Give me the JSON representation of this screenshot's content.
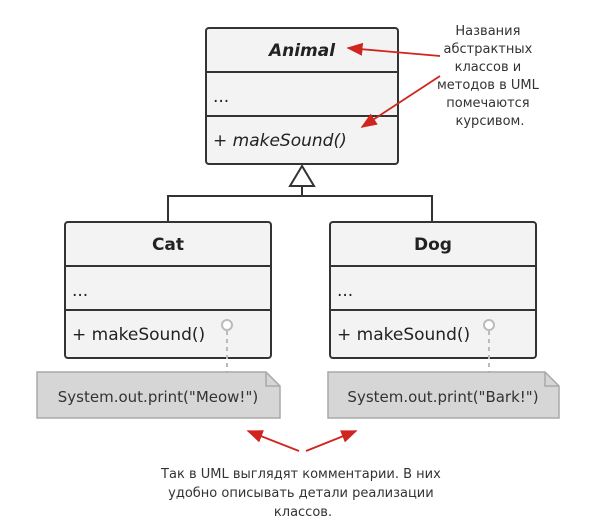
{
  "classes": {
    "animal": {
      "name": "Animal",
      "fields": "...",
      "method": "+ makeSound()"
    },
    "cat": {
      "name": "Cat",
      "fields": "...",
      "method": "+ makeSound()"
    },
    "dog": {
      "name": "Dog",
      "fields": "...",
      "method": "+ makeSound()"
    }
  },
  "notes": {
    "cat": "System.out.print(\"Meow!\")",
    "dog": "System.out.print(\"Bark!\")"
  },
  "annotations": {
    "italic_hint": [
      "Названия",
      "абстрактных",
      "классов и",
      "методов в UML",
      "помечаются",
      "курсивом."
    ],
    "comment_hint": [
      "Так в UML выглядят комментарии. В них",
      "удобно описывать детали реализации",
      "классов."
    ]
  },
  "colors": {
    "accent": "#d0241f",
    "box_fill": "#f3f3f3",
    "note_fill": "#d6d6d6"
  }
}
